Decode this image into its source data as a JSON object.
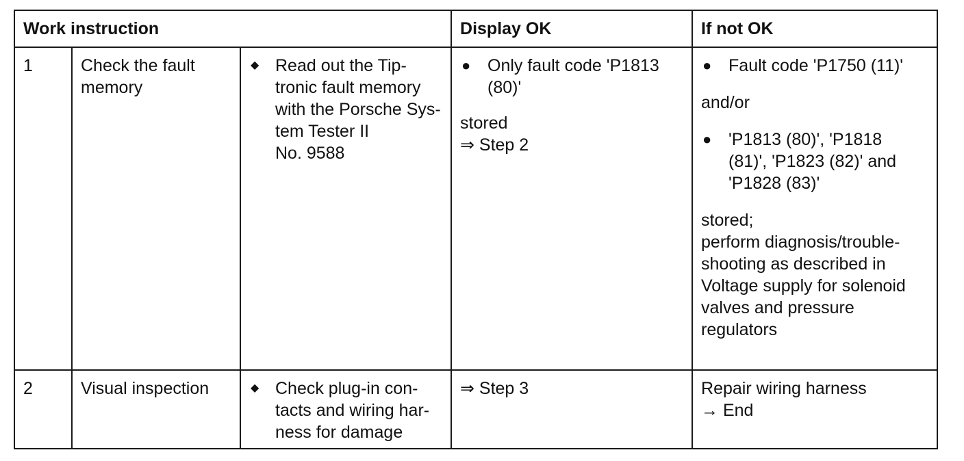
{
  "header": {
    "work_instruction": "Work instruction",
    "display_ok": "Display OK",
    "if_not_ok": "If not OK"
  },
  "rows": [
    {
      "number": "1",
      "title": "Check the fault memory",
      "instruction_bullet": "◆",
      "instruction_lines": [
        "Read out the Tip-",
        "tronic fault memory",
        "with the Porsche Sys-",
        "tem Tester II",
        "No. 9588"
      ],
      "display_ok": {
        "bullet": "●",
        "bullet_lines": [
          "Only fault code 'P1813",
          "(80)'"
        ],
        "after_lines": [
          "stored",
          "⇒ Step 2"
        ]
      },
      "if_not_ok": {
        "bullet1": "●",
        "bullet1_text": "Fault code 'P1750 (11)'",
        "connector": "and/or",
        "bullet2": "●",
        "bullet2_lines": [
          "'P1813 (80)', 'P1818",
          "(81)', 'P1823 (82)' and",
          "'P1828 (83)'"
        ],
        "after_lines": [
          "stored;",
          "perform diagnosis/trouble-",
          "shooting as described in",
          "Voltage supply for solenoid",
          "valves and pressure",
          "regulators"
        ]
      }
    },
    {
      "number": "2",
      "title": "Visual inspection",
      "instruction_bullet": "◆",
      "instruction_lines": [
        "Check plug-in con-",
        "tacts and wiring har-",
        "ness for damage"
      ],
      "display_ok": {
        "text": "⇒ Step 3"
      },
      "if_not_ok": {
        "lines": [
          "Repair wiring harness",
          "→ End"
        ]
      }
    }
  ]
}
